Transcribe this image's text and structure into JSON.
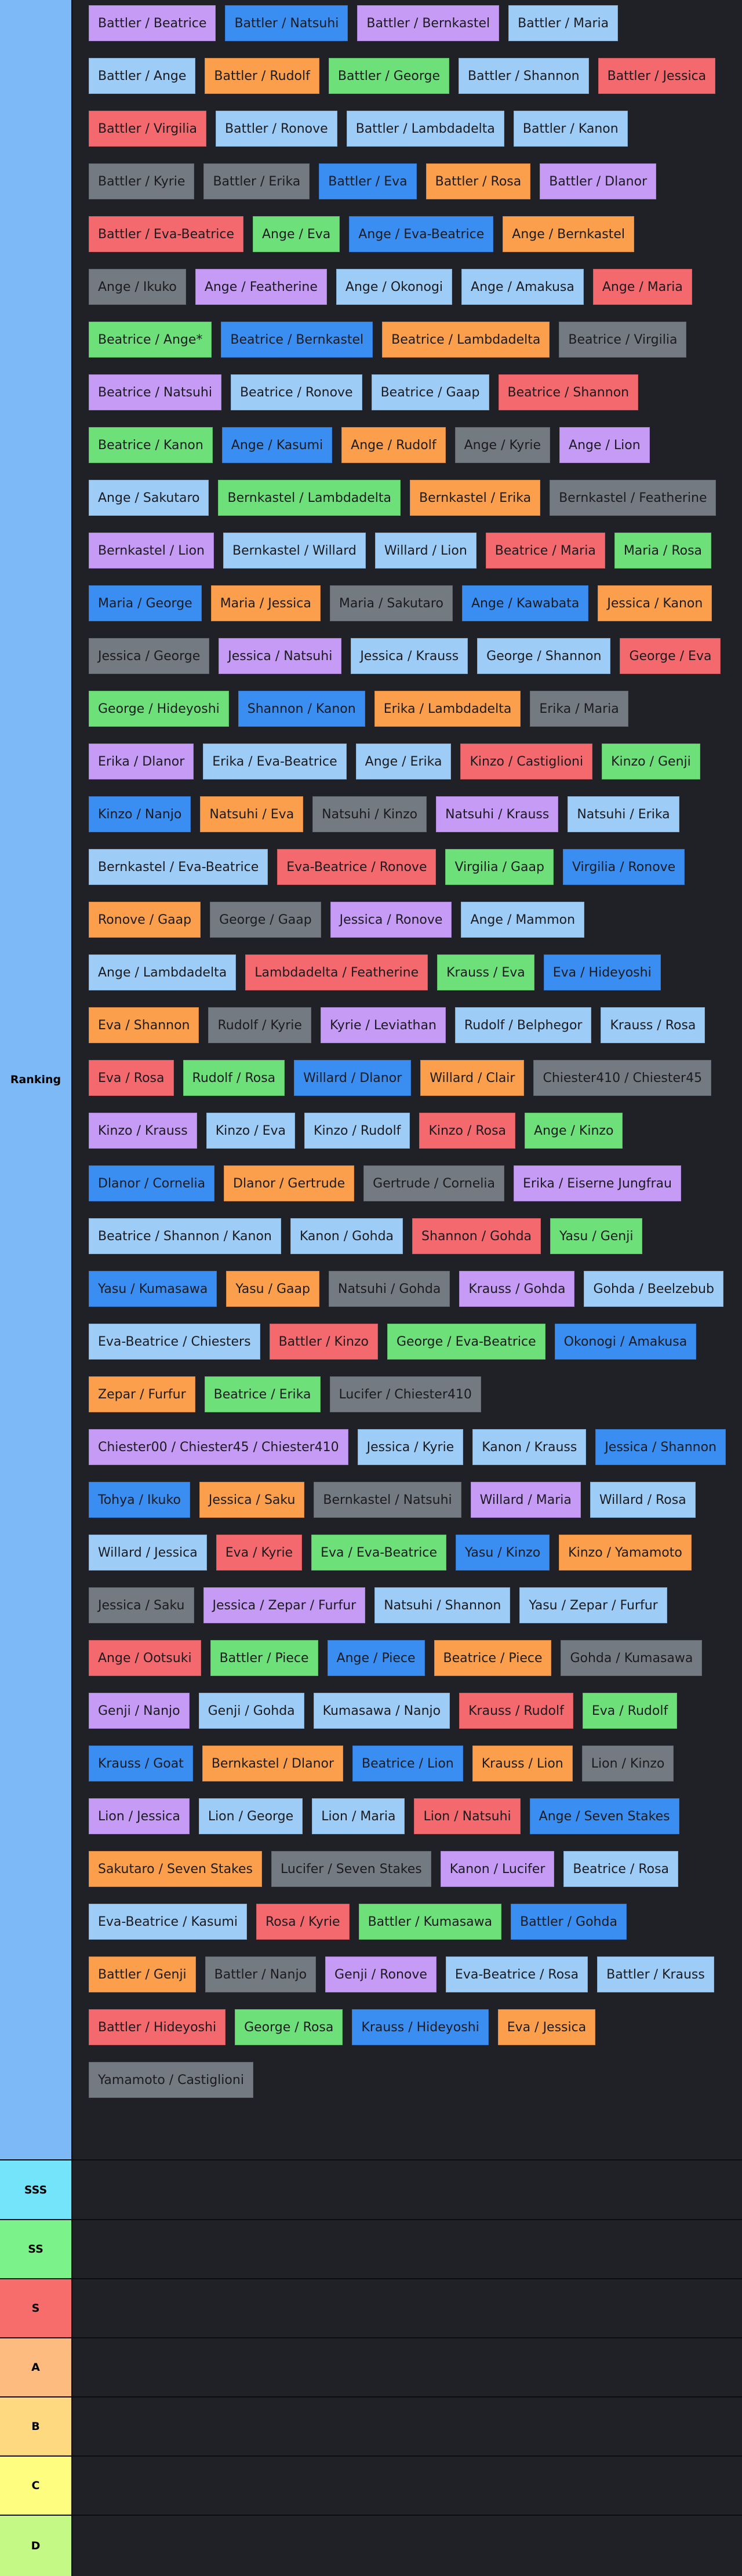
{
  "tiers": [
    {
      "label": "Ranking",
      "color": "#7db9f6"
    },
    {
      "label": "SSS",
      "color": "#73e4f9"
    },
    {
      "label": "SS",
      "color": "#7cf28b"
    },
    {
      "label": "S",
      "color": "#f76d6c"
    },
    {
      "label": "A",
      "color": "#fdbb80"
    },
    {
      "label": "B",
      "color": "#fed97f"
    },
    {
      "label": "C",
      "color": "#fffd7f"
    },
    {
      "label": "D",
      "color": "#c4f985"
    }
  ],
  "colors": {
    "purple": "#c59bf5",
    "blue": "#3a8ef2",
    "light": "#9dcdf7",
    "green": "#6ee07a",
    "orange": "#fb9f4c",
    "red": "#f4696d",
    "grey": "#737a82"
  },
  "ranking_items": [
    {
      "label": "Battler / Beatrice",
      "color": "purple"
    },
    {
      "label": "Battler / Natsuhi",
      "color": "blue"
    },
    {
      "label": "Battler / Bernkastel",
      "color": "purple"
    },
    {
      "label": "Battler / Maria",
      "color": "light"
    },
    {
      "label": "Battler / Ange",
      "color": "light"
    },
    {
      "label": "Battler / Rudolf",
      "color": "orange"
    },
    {
      "label": "Battler / George",
      "color": "green"
    },
    {
      "label": "Battler / Shannon",
      "color": "light"
    },
    {
      "label": "Battler / Jessica",
      "color": "red"
    },
    {
      "label": "Battler / Virgilia",
      "color": "red"
    },
    {
      "label": "Battler / Ronove",
      "color": "light"
    },
    {
      "label": "Battler / Lambdadelta",
      "color": "light"
    },
    {
      "label": "Battler / Kanon",
      "color": "light"
    },
    {
      "label": "Battler / Kyrie",
      "color": "grey"
    },
    {
      "label": "Battler / Erika",
      "color": "grey"
    },
    {
      "label": "Battler / Eva",
      "color": "blue"
    },
    {
      "label": "Battler / Rosa",
      "color": "orange"
    },
    {
      "label": "Battler / Dlanor",
      "color": "purple"
    },
    {
      "label": "Battler / Eva-Beatrice",
      "color": "red"
    },
    {
      "label": "Ange / Eva",
      "color": "green"
    },
    {
      "label": "Ange / Eva-Beatrice",
      "color": "blue"
    },
    {
      "label": "Ange / Bernkastel",
      "color": "orange"
    },
    {
      "label": "Ange / Ikuko",
      "color": "grey"
    },
    {
      "label": "Ange / Featherine",
      "color": "purple"
    },
    {
      "label": "Ange / Okonogi",
      "color": "light"
    },
    {
      "label": "Ange / Amakusa",
      "color": "light"
    },
    {
      "label": "Ange / Maria",
      "color": "red"
    },
    {
      "label": "Beatrice / Ange*",
      "color": "green"
    },
    {
      "label": "Beatrice / Bernkastel",
      "color": "blue"
    },
    {
      "label": "Beatrice / Lambdadelta",
      "color": "orange"
    },
    {
      "label": "Beatrice / Virgilia",
      "color": "grey"
    },
    {
      "label": "Beatrice / Natsuhi",
      "color": "purple"
    },
    {
      "label": "Beatrice / Ronove",
      "color": "light"
    },
    {
      "label": "Beatrice / Gaap",
      "color": "light"
    },
    {
      "label": "Beatrice / Shannon",
      "color": "red"
    },
    {
      "label": "Beatrice / Kanon",
      "color": "green"
    },
    {
      "label": "Ange / Kasumi",
      "color": "blue"
    },
    {
      "label": "Ange / Rudolf",
      "color": "orange"
    },
    {
      "label": "Ange / Kyrie",
      "color": "grey"
    },
    {
      "label": "Ange / Lion",
      "color": "purple"
    },
    {
      "label": "Ange / Sakutaro",
      "color": "light"
    },
    {
      "label": "Bernkastel / Lambdadelta",
      "color": "green"
    },
    {
      "label": "Bernkastel / Erika",
      "color": "orange"
    },
    {
      "label": "Bernkastel / Featherine",
      "color": "grey"
    },
    {
      "label": "Bernkastel / Lion",
      "color": "purple"
    },
    {
      "label": "Bernkastel / Willard",
      "color": "light"
    },
    {
      "label": "Willard / Lion",
      "color": "light"
    },
    {
      "label": "Beatrice / Maria",
      "color": "red"
    },
    {
      "label": "Maria / Rosa",
      "color": "green"
    },
    {
      "label": "Maria / George",
      "color": "blue"
    },
    {
      "label": "Maria / Jessica",
      "color": "orange"
    },
    {
      "label": "Maria / Sakutaro",
      "color": "grey"
    },
    {
      "label": "Ange / Kawabata",
      "color": "blue"
    },
    {
      "label": "Jessica / Kanon",
      "color": "orange"
    },
    {
      "label": "Jessica / George",
      "color": "grey"
    },
    {
      "label": "Jessica / Natsuhi",
      "color": "purple"
    },
    {
      "label": "Jessica / Krauss",
      "color": "light"
    },
    {
      "label": "George / Shannon",
      "color": "light"
    },
    {
      "label": "George / Eva",
      "color": "red"
    },
    {
      "label": "George / Hideyoshi",
      "color": "green"
    },
    {
      "label": "Shannon / Kanon",
      "color": "blue"
    },
    {
      "label": "Erika / Lambdadelta",
      "color": "orange"
    },
    {
      "label": "Erika / Maria",
      "color": "grey"
    },
    {
      "label": "Erika / Dlanor",
      "color": "purple"
    },
    {
      "label": "Erika / Eva-Beatrice",
      "color": "light"
    },
    {
      "label": "Ange / Erika",
      "color": "light"
    },
    {
      "label": "Kinzo / Castiglioni",
      "color": "red"
    },
    {
      "label": "Kinzo / Genji",
      "color": "green"
    },
    {
      "label": "Kinzo / Nanjo",
      "color": "blue"
    },
    {
      "label": "Natsuhi / Eva",
      "color": "orange"
    },
    {
      "label": "Natsuhi / Kinzo",
      "color": "grey"
    },
    {
      "label": "Natsuhi / Krauss",
      "color": "purple"
    },
    {
      "label": "Natsuhi / Erika",
      "color": "light"
    },
    {
      "label": "Bernkastel / Eva-Beatrice",
      "color": "light"
    },
    {
      "label": "Eva-Beatrice / Ronove",
      "color": "red"
    },
    {
      "label": "Virgilia / Gaap",
      "color": "green"
    },
    {
      "label": "Virgilia / Ronove",
      "color": "blue"
    },
    {
      "label": "Ronove / Gaap",
      "color": "orange"
    },
    {
      "label": "George / Gaap",
      "color": "grey"
    },
    {
      "label": "Jessica / Ronove",
      "color": "purple"
    },
    {
      "label": "Ange / Mammon",
      "color": "light"
    },
    {
      "label": "Ange / Lambdadelta",
      "color": "light"
    },
    {
      "label": "Lambdadelta / Featherine",
      "color": "red"
    },
    {
      "label": "Krauss / Eva",
      "color": "green"
    },
    {
      "label": "Eva / Hideyoshi",
      "color": "blue"
    },
    {
      "label": "Eva / Shannon",
      "color": "orange"
    },
    {
      "label": "Rudolf / Kyrie",
      "color": "grey"
    },
    {
      "label": "Kyrie / Leviathan",
      "color": "purple"
    },
    {
      "label": "Rudolf / Belphegor",
      "color": "light"
    },
    {
      "label": "Krauss / Rosa",
      "color": "light"
    },
    {
      "label": "Eva / Rosa",
      "color": "red"
    },
    {
      "label": "Rudolf / Rosa",
      "color": "green"
    },
    {
      "label": "Willard / Dlanor",
      "color": "blue"
    },
    {
      "label": "Willard / Clair",
      "color": "orange"
    },
    {
      "label": "Chiester410 / Chiester45",
      "color": "grey"
    },
    {
      "label": "Kinzo / Krauss",
      "color": "purple"
    },
    {
      "label": "Kinzo / Eva",
      "color": "light"
    },
    {
      "label": "Kinzo / Rudolf",
      "color": "light"
    },
    {
      "label": "Kinzo / Rosa",
      "color": "red"
    },
    {
      "label": "Ange / Kinzo",
      "color": "green"
    },
    {
      "label": "Dlanor / Cornelia",
      "color": "blue"
    },
    {
      "label": "Dlanor / Gertrude",
      "color": "orange"
    },
    {
      "label": "Gertrude / Cornelia",
      "color": "grey"
    },
    {
      "label": "Erika / Eiserne Jungfrau",
      "color": "purple"
    },
    {
      "label": "Beatrice / Shannon / Kanon",
      "color": "light"
    },
    {
      "label": "Kanon / Gohda",
      "color": "light"
    },
    {
      "label": "Shannon / Gohda",
      "color": "red"
    },
    {
      "label": "Yasu / Genji",
      "color": "green"
    },
    {
      "label": "Yasu / Kumasawa",
      "color": "blue"
    },
    {
      "label": "Yasu / Gaap",
      "color": "orange"
    },
    {
      "label": "Natsuhi / Gohda",
      "color": "grey"
    },
    {
      "label": "Krauss / Gohda",
      "color": "purple"
    },
    {
      "label": "Gohda / Beelzebub",
      "color": "light"
    },
    {
      "label": "Eva-Beatrice / Chiesters",
      "color": "light"
    },
    {
      "label": "Battler / Kinzo",
      "color": "red"
    },
    {
      "label": "George / Eva-Beatrice",
      "color": "green"
    },
    {
      "label": "Okonogi / Amakusa",
      "color": "blue"
    },
    {
      "label": "Zepar / Furfur",
      "color": "orange"
    },
    {
      "label": "Beatrice / Erika",
      "color": "green"
    },
    {
      "label": "Lucifer / Chiester410",
      "color": "grey"
    },
    {
      "label": "Chiester00 / Chiester45 / Chiester410",
      "color": "purple"
    },
    {
      "label": "Jessica / Kyrie",
      "color": "light"
    },
    {
      "label": "Kanon / Krauss",
      "color": "light"
    },
    {
      "label": "Jessica / Shannon",
      "color": "blue"
    },
    {
      "label": "Tohya / Ikuko",
      "color": "blue"
    },
    {
      "label": "Jessica / Saku",
      "color": "orange"
    },
    {
      "label": "Bernkastel / Natsuhi",
      "color": "grey"
    },
    {
      "label": "Willard / Maria",
      "color": "purple"
    },
    {
      "label": "Willard / Rosa",
      "color": "light"
    },
    {
      "label": "Willard / Jessica",
      "color": "light"
    },
    {
      "label": "Eva / Kyrie",
      "color": "red"
    },
    {
      "label": "Eva / Eva-Beatrice",
      "color": "green"
    },
    {
      "label": "Yasu / Kinzo",
      "color": "blue"
    },
    {
      "label": "Kinzo / Yamamoto",
      "color": "orange"
    },
    {
      "label": "Jessica / Saku",
      "color": "grey"
    },
    {
      "label": "Jessica / Zepar / Furfur",
      "color": "purple"
    },
    {
      "label": "Natsuhi / Shannon",
      "color": "light"
    },
    {
      "label": "Yasu / Zepar / Furfur",
      "color": "light"
    },
    {
      "label": "Ange / Ootsuki",
      "color": "red"
    },
    {
      "label": "Battler / Piece",
      "color": "green"
    },
    {
      "label": "Ange / Piece",
      "color": "blue"
    },
    {
      "label": "Beatrice / Piece",
      "color": "orange"
    },
    {
      "label": "Gohda / Kumasawa",
      "color": "grey"
    },
    {
      "label": "Genji / Nanjo",
      "color": "purple"
    },
    {
      "label": "Genji / Gohda",
      "color": "light"
    },
    {
      "label": "Kumasawa / Nanjo",
      "color": "light"
    },
    {
      "label": "Krauss / Rudolf",
      "color": "red"
    },
    {
      "label": "Eva / Rudolf",
      "color": "green"
    },
    {
      "label": "Krauss / Goat",
      "color": "blue"
    },
    {
      "label": "Bernkastel / Dlanor",
      "color": "orange"
    },
    {
      "label": "Beatrice / Lion",
      "color": "blue"
    },
    {
      "label": "Krauss / Lion",
      "color": "orange"
    },
    {
      "label": "Lion / Kinzo",
      "color": "grey"
    },
    {
      "label": "Lion / Jessica",
      "color": "purple"
    },
    {
      "label": "Lion / George",
      "color": "light"
    },
    {
      "label": "Lion / Maria",
      "color": "light"
    },
    {
      "label": "Lion / Natsuhi",
      "color": "red"
    },
    {
      "label": "Ange / Seven Stakes",
      "color": "blue"
    },
    {
      "label": "Sakutaro / Seven Stakes",
      "color": "orange"
    },
    {
      "label": "Lucifer / Seven Stakes",
      "color": "grey"
    },
    {
      "label": "Kanon / Lucifer",
      "color": "purple"
    },
    {
      "label": "Beatrice / Rosa",
      "color": "light"
    },
    {
      "label": "Eva-Beatrice / Kasumi",
      "color": "light"
    },
    {
      "label": "Rosa / Kyrie",
      "color": "red"
    },
    {
      "label": "Battler / Kumasawa",
      "color": "green"
    },
    {
      "label": "Battler / Gohda",
      "color": "blue"
    },
    {
      "label": "Battler / Genji",
      "color": "orange"
    },
    {
      "label": "Battler / Nanjo",
      "color": "grey"
    },
    {
      "label": "Genji / Ronove",
      "color": "purple"
    },
    {
      "label": "Eva-Beatrice / Rosa",
      "color": "light"
    },
    {
      "label": "Battler / Krauss",
      "color": "light"
    },
    {
      "label": "Battler / Hideyoshi",
      "color": "red"
    },
    {
      "label": "George / Rosa",
      "color": "green"
    },
    {
      "label": "Krauss / Hideyoshi",
      "color": "blue"
    },
    {
      "label": "Eva / Jessica",
      "color": "orange"
    },
    {
      "label": "Yamamoto / Castiglioni",
      "color": "grey"
    }
  ]
}
